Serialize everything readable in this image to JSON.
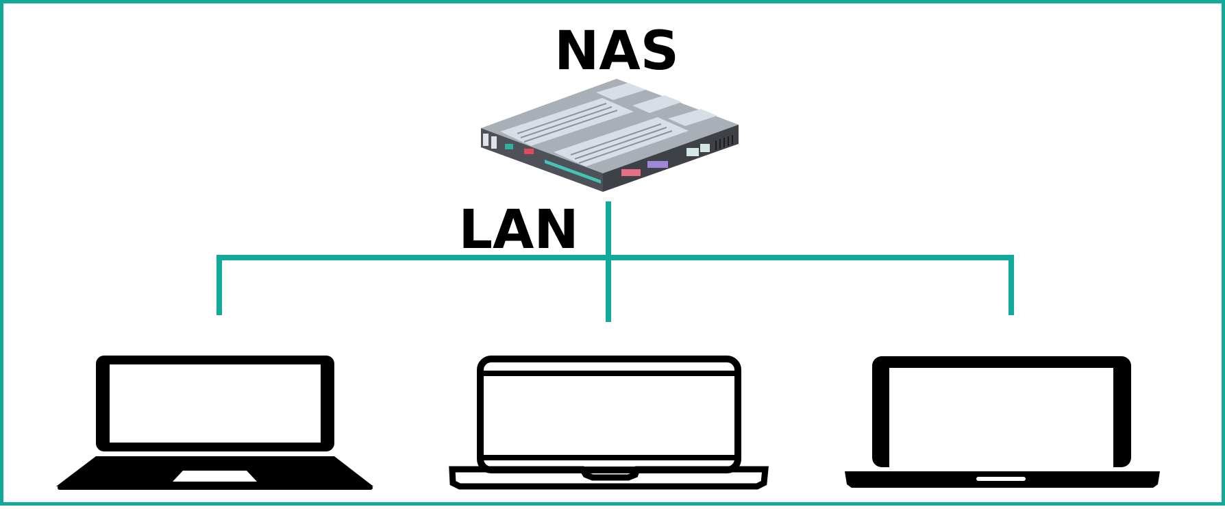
{
  "diagram": {
    "nas_label": "NAS",
    "lan_label": "LAN",
    "nodes": [
      {
        "id": "nas",
        "icon": "nas-server-icon"
      },
      {
        "id": "laptop-1",
        "icon": "laptop-icon"
      },
      {
        "id": "laptop-2",
        "icon": "laptop-icon"
      },
      {
        "id": "laptop-3",
        "icon": "laptop-icon"
      }
    ],
    "colors": {
      "border": "#12a89a",
      "lan_line": "#12a89a",
      "text": "#000000",
      "device": "#000000"
    }
  }
}
